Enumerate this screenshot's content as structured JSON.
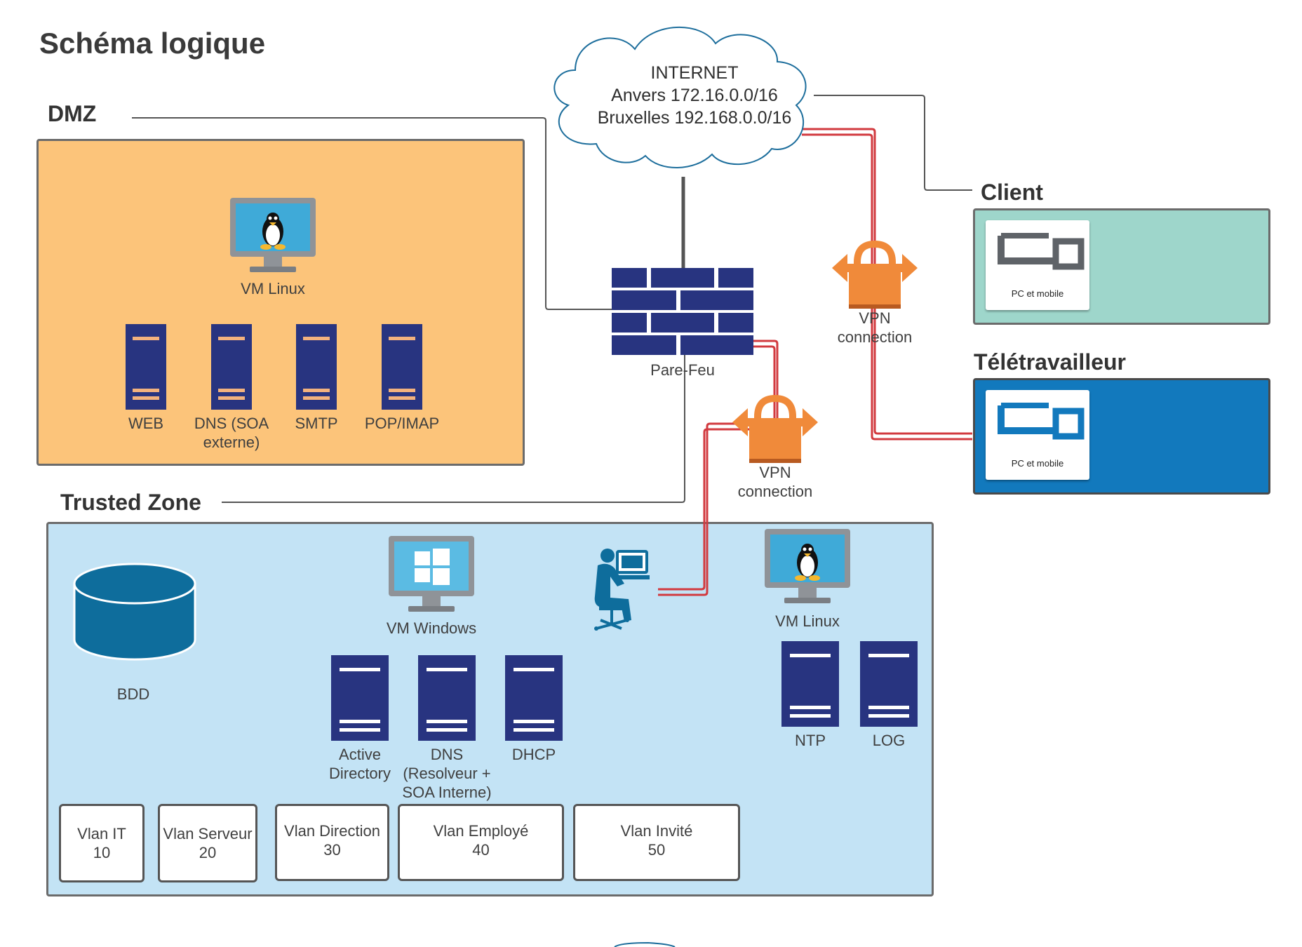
{
  "title": "Schéma logique",
  "internet": {
    "line1": "INTERNET",
    "line2": "Anvers 172.16.0.0/16",
    "line3": "Bruxelles 192.168.0.0/16"
  },
  "dmz": {
    "label": "DMZ",
    "vm": "VM Linux",
    "servers": [
      {
        "line1": "WEB",
        "line2": ""
      },
      {
        "line1": "DNS (SOA",
        "line2": "externe)"
      },
      {
        "line1": "SMTP",
        "line2": ""
      },
      {
        "line1": "POP/IMAP",
        "line2": ""
      }
    ]
  },
  "firewall": {
    "label": "Pare-Feu"
  },
  "vpn": {
    "line1": "VPN",
    "line2": "connection"
  },
  "client": {
    "label": "Client",
    "device": "PC et mobile"
  },
  "teletravailleur": {
    "label": "Télétravailleur",
    "device": "PC et mobile"
  },
  "trusted": {
    "label": "Trusted Zone",
    "bdd": "BDD",
    "vm_windows": "VM Windows",
    "vm_linux": "VM Linux",
    "servers": [
      {
        "line1": "Active",
        "line2": "Directory",
        "line3": ""
      },
      {
        "line1": "DNS",
        "line2": "(Resolveur +",
        "line3": "SOA Interne)"
      },
      {
        "line1": "DHCP",
        "line2": "",
        "line3": ""
      }
    ],
    "servers_right": [
      {
        "line1": "NTP"
      },
      {
        "line1": "LOG"
      }
    ],
    "vlans": [
      {
        "name": "Vlan IT",
        "id": "10"
      },
      {
        "name": "Vlan Serveur",
        "id": "20"
      },
      {
        "name": "Vlan Direction",
        "id": "30"
      },
      {
        "name": "Vlan Employé",
        "id": "40"
      },
      {
        "name": "Vlan Invité",
        "id": "50"
      }
    ]
  },
  "colors": {
    "dmz_fill": "#fcc47a",
    "trusted_fill": "#c3e3f5",
    "client_fill": "#9ed6cb",
    "teletravailleur_fill": "#1279bd",
    "server_navy": "#283480",
    "server_stripe": "#f3b27e",
    "firewall_blue": "#283480",
    "vpn_orange": "#f08a3a",
    "vpn_line_red": "#d23a3f",
    "database_blue": "#0e6d9c",
    "person_blue": "#0e6d9c"
  },
  "icons": [
    "linux-monitor-icon",
    "windows-monitor-icon",
    "server-icon",
    "database-icon",
    "firewall-icon",
    "vpn-lock-icon",
    "cloud-icon",
    "pc-mobile-icon",
    "person-computer-icon"
  ]
}
